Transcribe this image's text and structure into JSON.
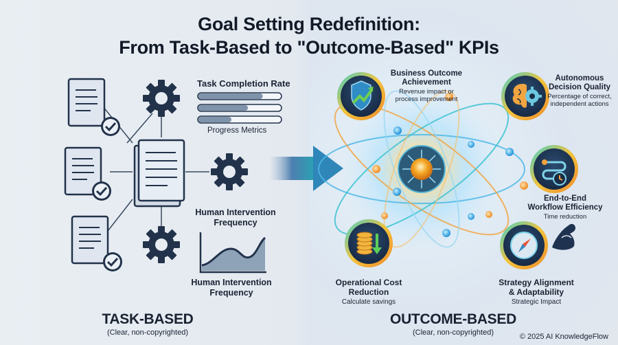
{
  "title": {
    "line1": "Goal Setting Redefinition:",
    "line2": "From Task-Based to \"Outcome-Based\" KPIs"
  },
  "left": {
    "heading": "TASK-BASED",
    "subheading": "(Clear, non-copyrighted)",
    "task_completion_label": "Task Completion Rate",
    "progress_metrics_label": "Progress Metrics",
    "progress_bars": [
      0.78,
      0.6,
      0.4
    ],
    "human_intervention_label_1": "Human Intervention\nFrequency",
    "human_intervention_label_2": "Human Intervention\nFrequency"
  },
  "right": {
    "heading": "OUTCOME-BASED",
    "subheading": "(Clear, non-copyrighted)",
    "nodes": [
      {
        "title": "Business Outcome\nAchievement",
        "desc": "Revenue impact or\nprocess improvement",
        "icon": "shield-growth-icon"
      },
      {
        "title": "Autonomous\nDecision Quality",
        "desc": "Percentage of correct,\nindependent actions",
        "icon": "brain-gear-icon"
      },
      {
        "title": "End-to-End\nWorkflow Efficiency",
        "desc": "Time reduction",
        "icon": "workflow-clock-icon"
      },
      {
        "title": "Operational Cost\nReduction",
        "desc": "Calculate savings",
        "icon": "coins-down-icon"
      },
      {
        "title": "Strategy Alignment\n& Adaptability",
        "desc": "Strategic Impact",
        "icon": "compass-icon"
      }
    ]
  },
  "copyright": "© 2025 AI KnowledgeFlow",
  "colors": {
    "navy": "#1f3350",
    "teal": "#2aa1b3",
    "orange": "#f39a2b",
    "green": "#3fae5a"
  }
}
